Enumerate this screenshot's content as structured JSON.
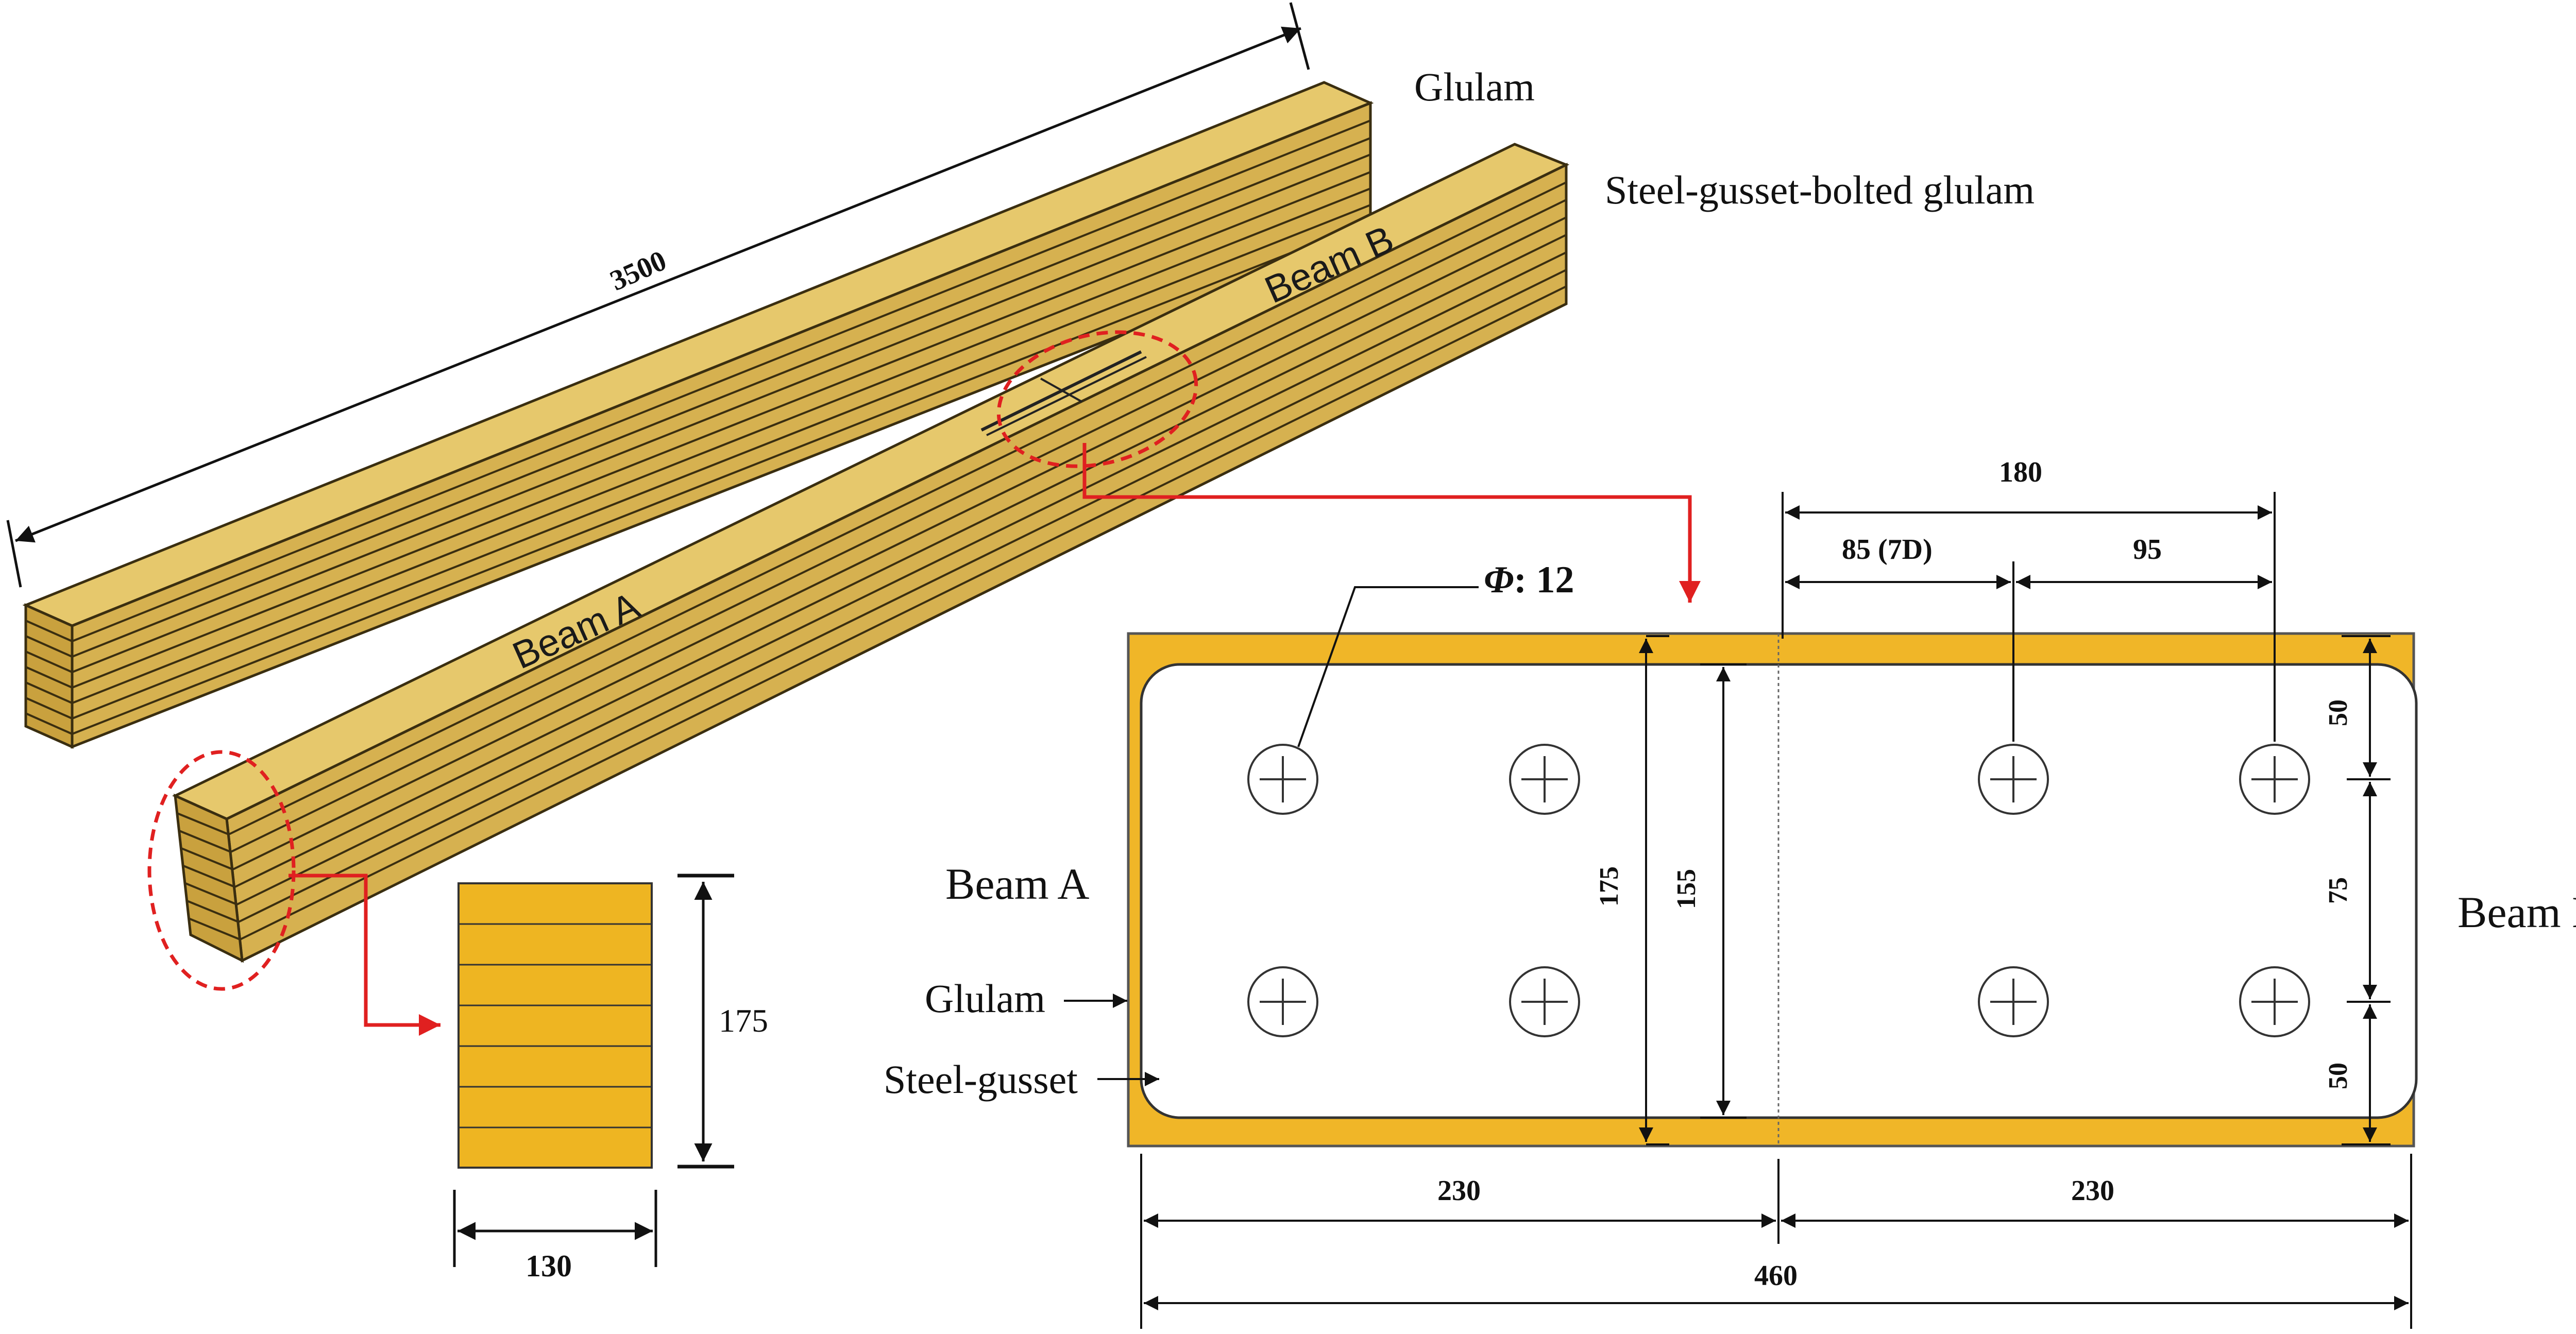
{
  "labels": {
    "glulam_top": "Glulam",
    "steel_gusset_bolted": "Steel-gusset-bolted glulam",
    "beam_a_3d": "Beam A",
    "beam_b_3d": "Beam B",
    "beam_a_plan": "Beam A",
    "beam_b_plan": "Beam B",
    "glulam_pointer": "Glulam",
    "steel_gusset_pointer": "Steel-gusset",
    "phi_symbol": "Φ",
    "phi_value": ": 12"
  },
  "dimensions": {
    "beam_length": "3500",
    "section_height": "175",
    "section_width": "130",
    "bolt_span_total": "180",
    "edge_85": "85 (7D)",
    "spacing_95": "95",
    "plate_height": "175",
    "plate_inner_height": "155",
    "top_edge_50": "50",
    "middle_75": "75",
    "bottom_edge_50": "50",
    "half_left": "230",
    "half_right": "230",
    "total_length": "460"
  },
  "colors": {
    "wood_face": "#d9b550",
    "wood_top": "#e4c468",
    "wood_side": "#c8a240",
    "section_fill": "#eeb522",
    "gusset_fill": "#f0b628",
    "callout_red": "#e02020",
    "ink": "#111111"
  }
}
